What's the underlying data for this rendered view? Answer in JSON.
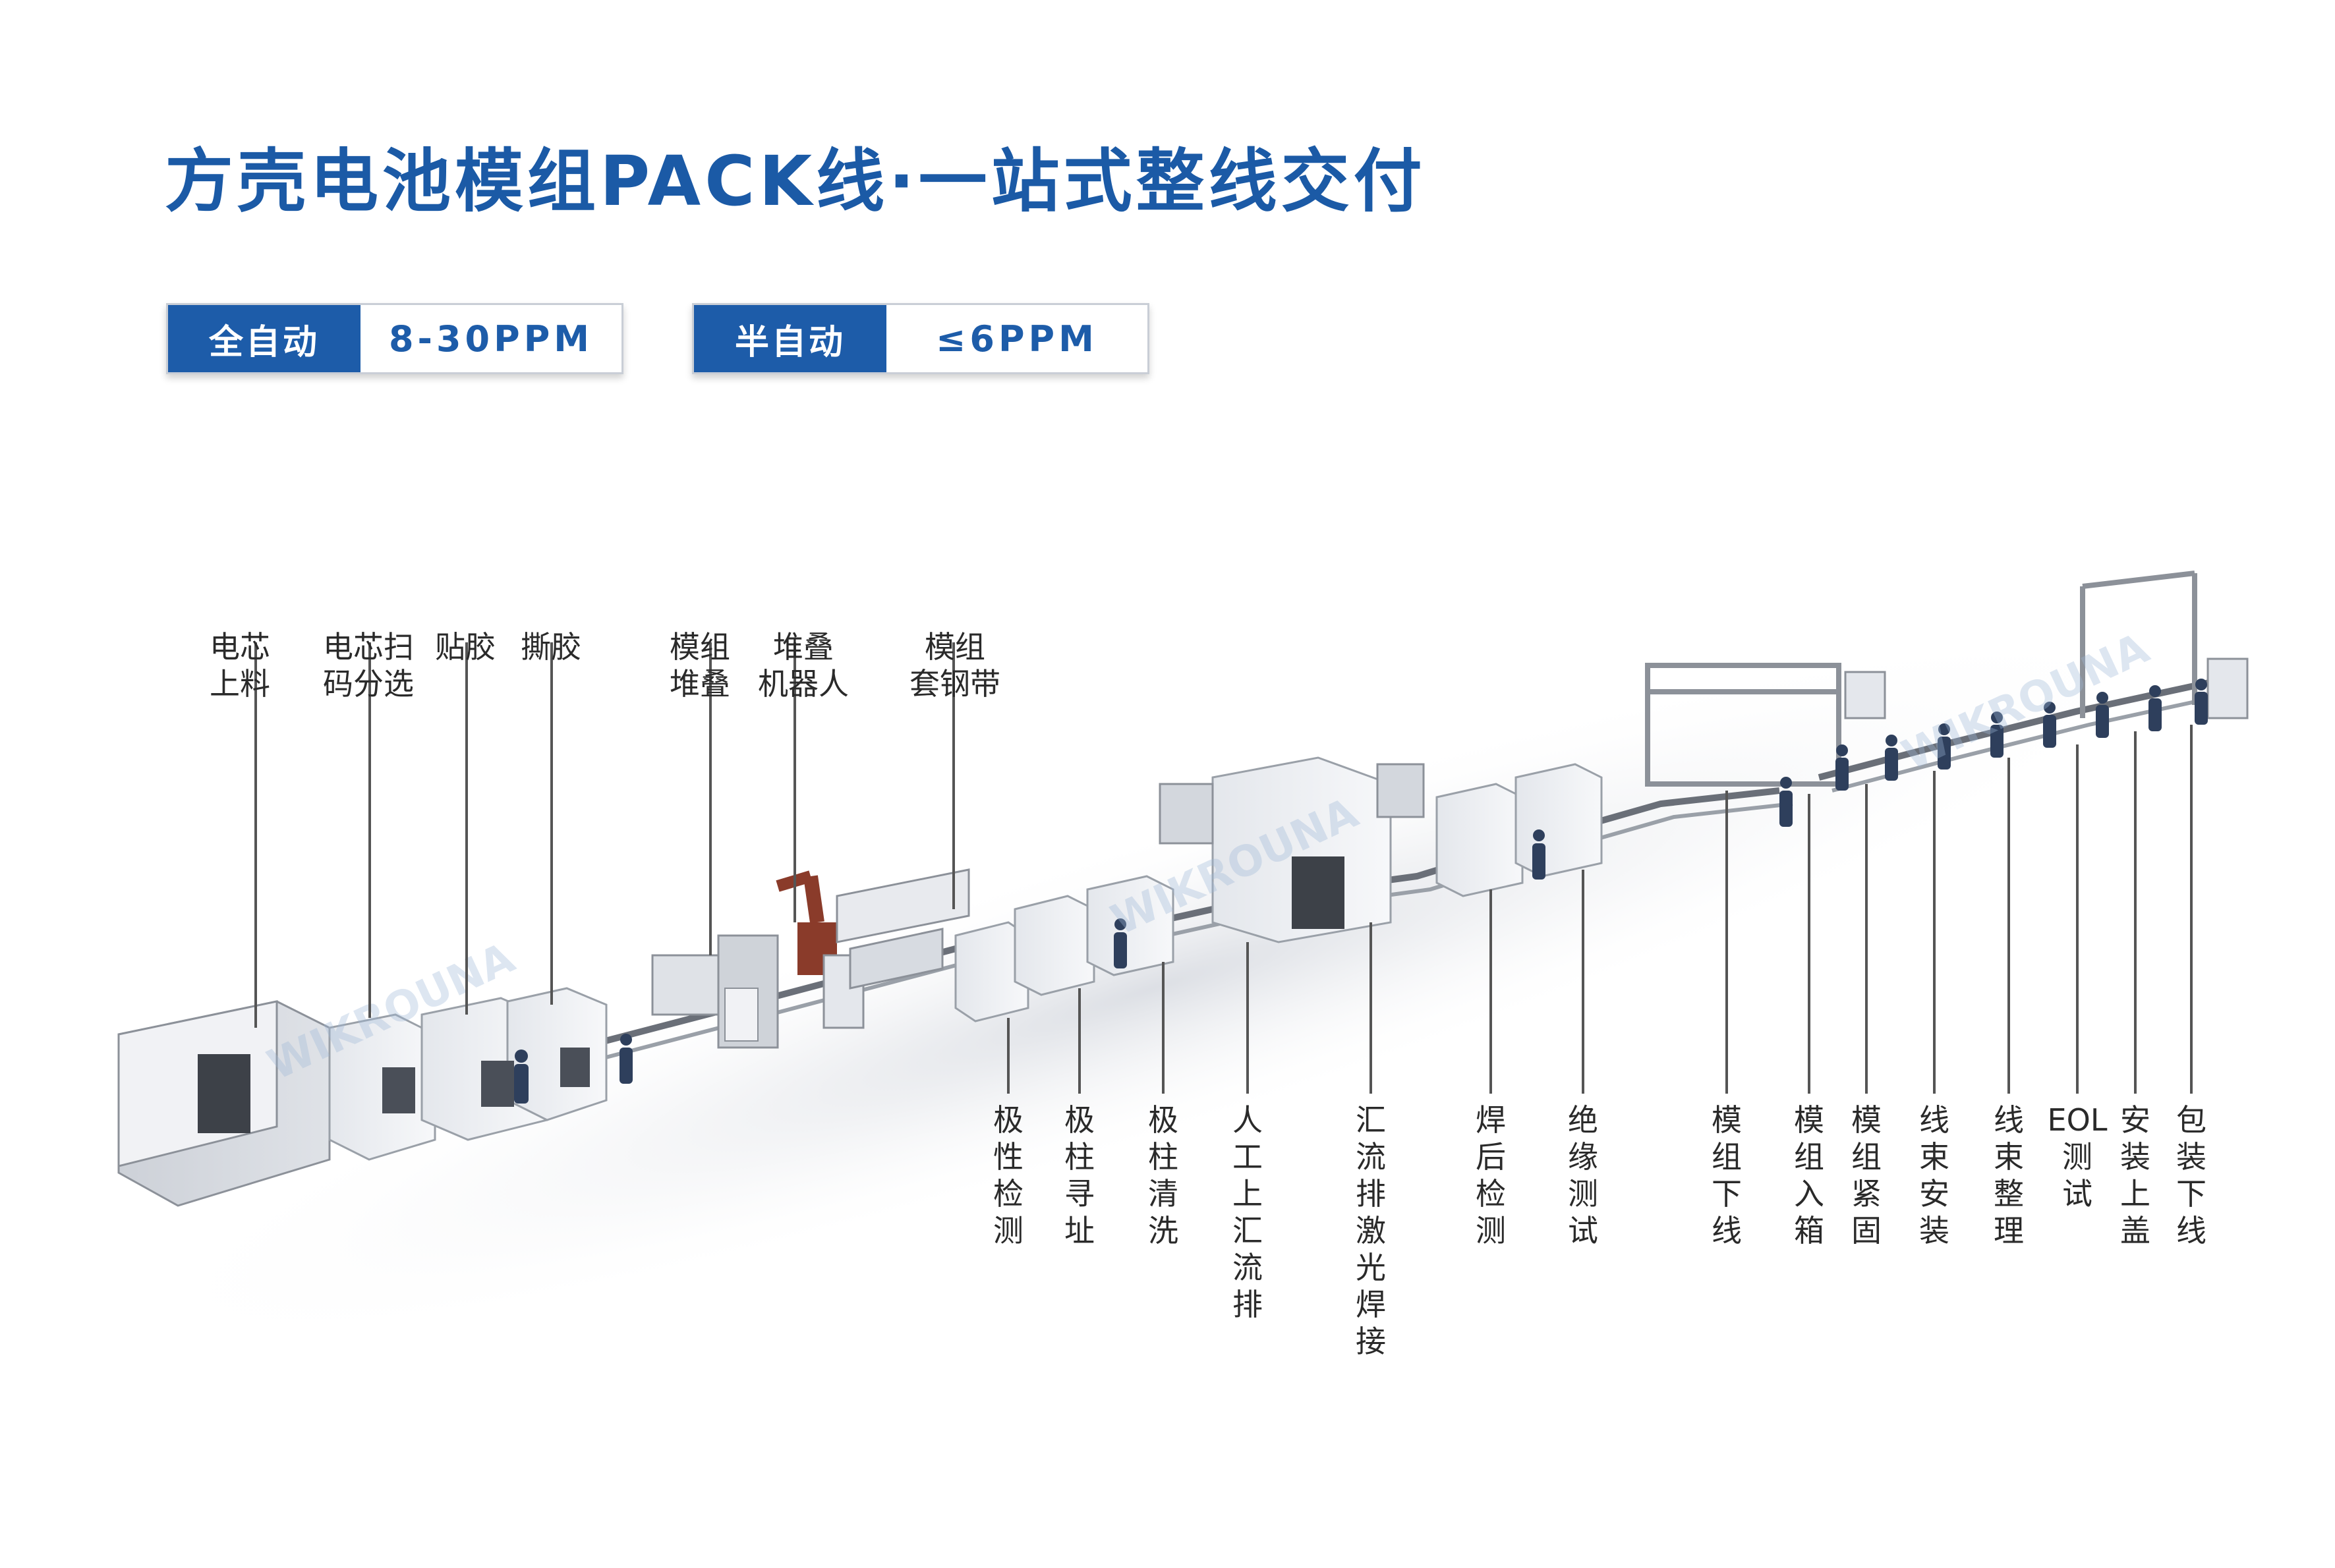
{
  "title": "方壳电池模组PACK线·一站式整线交付",
  "modes": [
    {
      "label": "全自动",
      "value": "8-30PPM"
    },
    {
      "label": "半自动",
      "value": "≤6PPM"
    }
  ],
  "watermark": "WIKROUNA",
  "colors": {
    "brand": "#1d5ca9",
    "title": "#1b5aa6",
    "line": "#555555"
  },
  "top_stations": [
    {
      "lines": [
        "电芯",
        "上料"
      ]
    },
    {
      "lines": [
        "电芯扫",
        "码分选"
      ]
    },
    {
      "lines": [
        "贴胶"
      ]
    },
    {
      "lines": [
        "撕胶"
      ]
    },
    {
      "lines": [
        "模组",
        "堆叠"
      ]
    },
    {
      "lines": [
        "堆叠",
        "机器人"
      ]
    },
    {
      "lines": [
        "模组",
        "套钢带"
      ]
    }
  ],
  "bottom_stations": [
    {
      "text": "极性检测"
    },
    {
      "text": "极柱寻址"
    },
    {
      "text": "极柱清洗"
    },
    {
      "text": "人工上汇流排"
    },
    {
      "text": "汇流排激光焊接"
    },
    {
      "text": "焊后检测"
    },
    {
      "text": "绝缘测试"
    },
    {
      "text": "模组下线"
    },
    {
      "text": "模组入箱"
    },
    {
      "text": "模组紧固"
    },
    {
      "text": "线束安装"
    },
    {
      "text": "线束整理"
    },
    {
      "text": "EOL测试"
    },
    {
      "text": "安装上盖"
    },
    {
      "text": "包装下线"
    }
  ]
}
